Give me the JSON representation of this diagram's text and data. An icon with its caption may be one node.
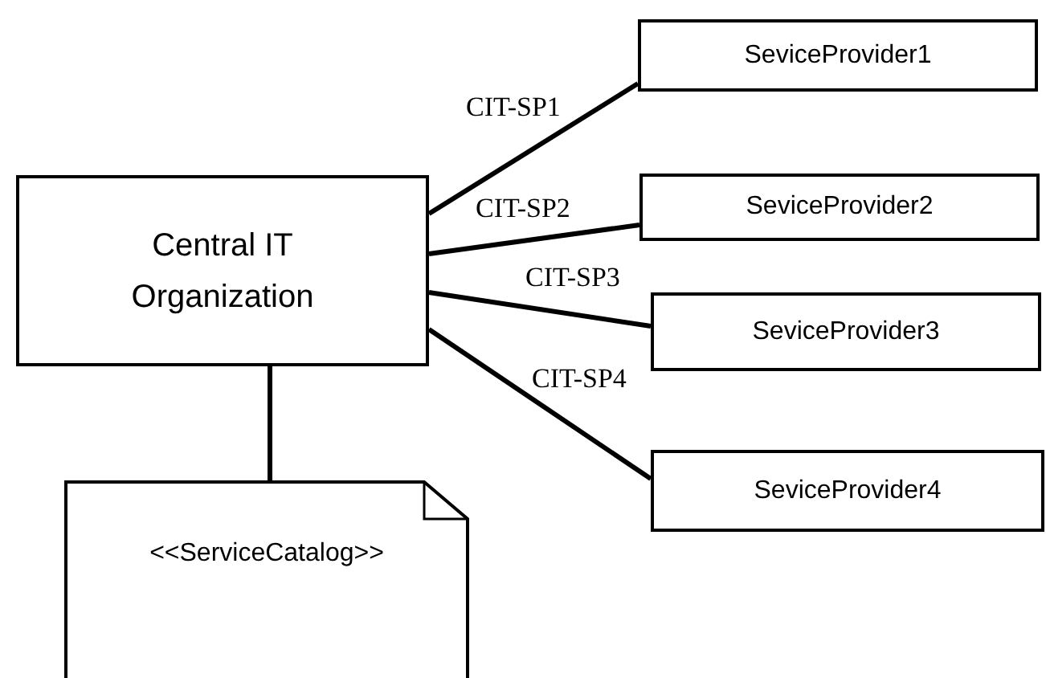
{
  "diagram": {
    "nodes": [
      {
        "text": [
          "Central IT Organization"
        ]
      },
      {
        "text": [
          "SeviceProvider1"
        ]
      },
      {
        "text": [
          "SeviceProvider2"
        ]
      },
      {
        "text": [
          "SeviceProvider3"
        ]
      },
      {
        "text": [
          "SeviceProvider4"
        ]
      },
      {
        "text": [
          "<<ServiceCatalog>>"
        ]
      }
    ],
    "edges": [
      {
        "from": 0,
        "to": 1,
        "arrow": "none",
        "label": "CIT-SP1"
      },
      {
        "from": 0,
        "to": 2,
        "arrow": "none",
        "label": "CIT-SP2"
      },
      {
        "from": 0,
        "to": 3,
        "arrow": "none",
        "label": "CIT-SP3"
      },
      {
        "from": 0,
        "to": 4,
        "arrow": "none",
        "label": "CIT-SP4"
      },
      {
        "from": 0,
        "to": 5,
        "arrow": "none"
      }
    ]
  }
}
